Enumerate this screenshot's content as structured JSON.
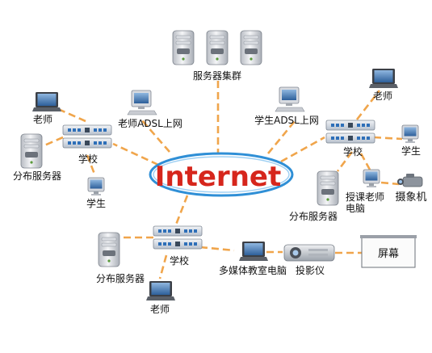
{
  "internet": {
    "label": "Internet"
  },
  "server_cluster": {
    "label": "服务器集群"
  },
  "school_left": {
    "school": "学校",
    "teacher": "老师",
    "adsl": "老师ADSL上网",
    "dist_server": "分布服务器",
    "student": "学生"
  },
  "school_right": {
    "school": "学校",
    "teacher": "老师",
    "adsl": "学生ADSL上网",
    "student": "学生",
    "dist_server": "分布服务器",
    "lecture_pc": "授课老师电脑",
    "camera": "摄象机"
  },
  "school_bottom": {
    "school": "学校",
    "dist_server": "分布服务器",
    "teacher": "老师",
    "multimedia_pc": "多媒体教室电脑",
    "projector": "投影仪",
    "screen": "屏幕"
  },
  "colors": {
    "internet_text": "#d6261c",
    "internet_ring": "#2f8fd6",
    "link": "#f0a54b",
    "switch_body": "#cfd8e3",
    "switch_port": "#2e6fb8"
  },
  "icons": [
    "server-tower-icon",
    "switch-icon",
    "laptop-icon",
    "desktop-pc-icon",
    "monitor-icon",
    "camera-icon",
    "projector-icon",
    "screen-icon",
    "cloud-ring-icon"
  ]
}
